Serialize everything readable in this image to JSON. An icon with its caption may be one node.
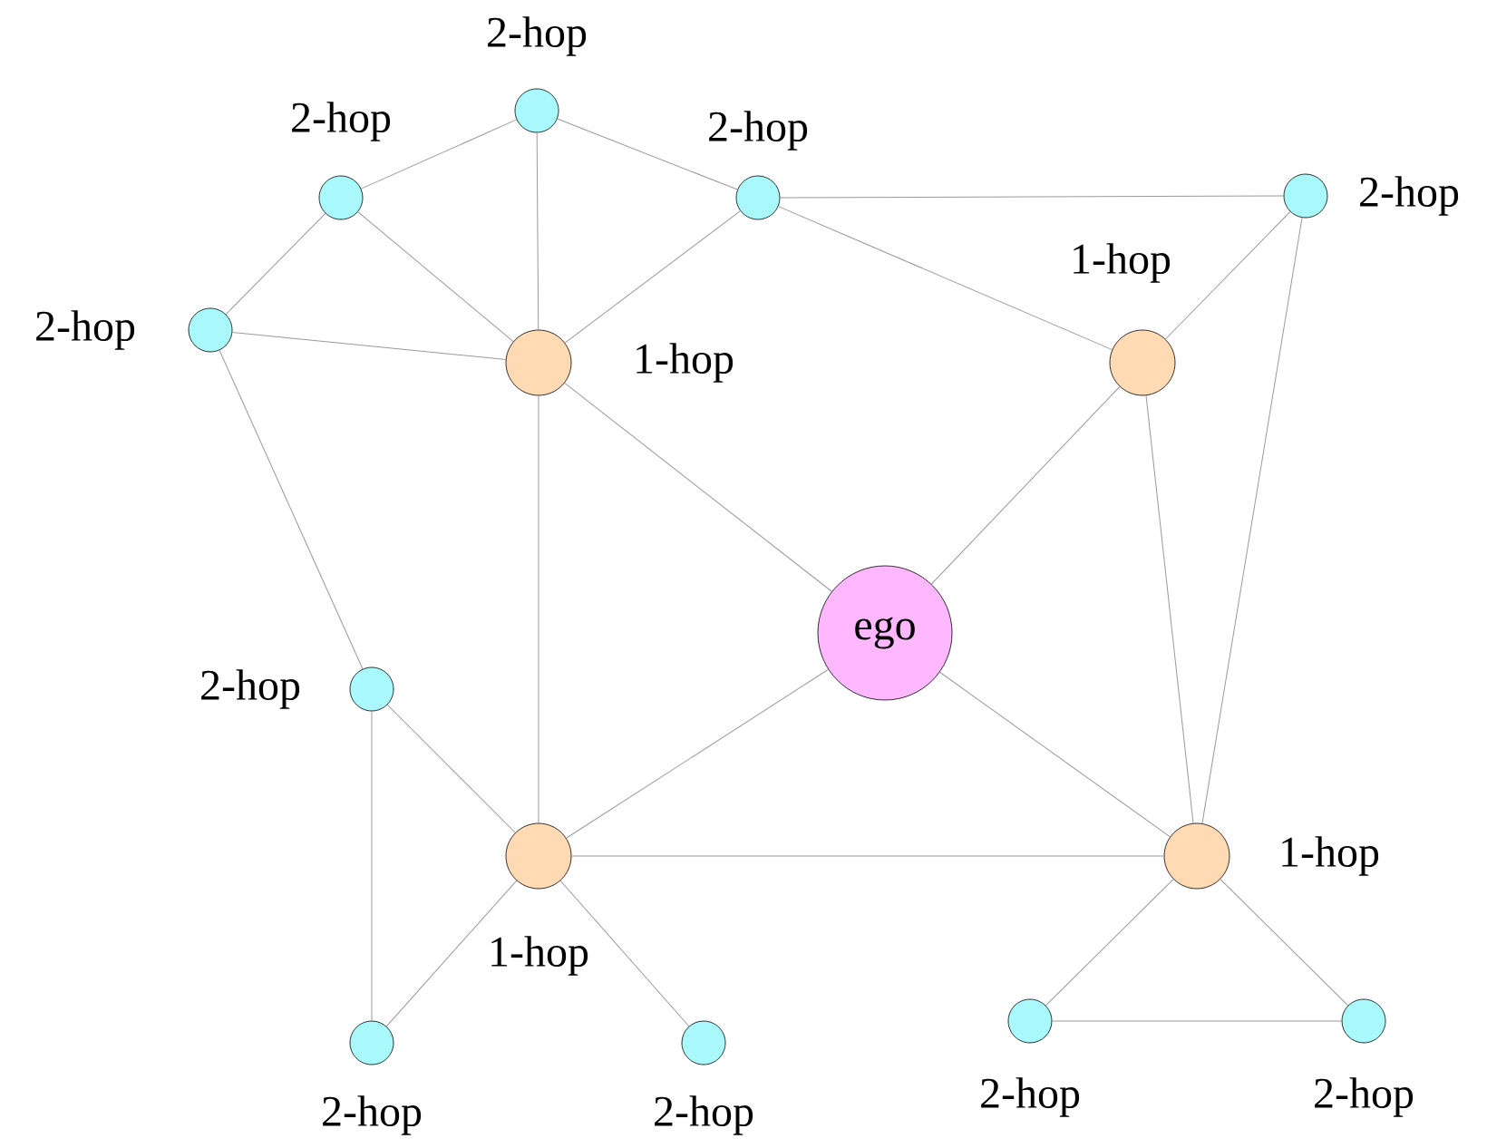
{
  "diagram": {
    "nodes": [
      {
        "text": [
          "ego"
        ]
      },
      {
        "text": [],
        "shape": "circle",
        "beside": [
          "1-hop"
        ]
      },
      {
        "text": [],
        "shape": "circle",
        "beside": [
          "1-hop"
        ]
      },
      {
        "text": [],
        "shape": "circle",
        "beside": [
          "1-hop"
        ]
      },
      {
        "text": [],
        "shape": "circle",
        "beside": [
          "1-hop"
        ]
      },
      {
        "text": [],
        "shape": "circle",
        "beside": [
          "2-hop"
        ]
      },
      {
        "text": [],
        "shape": "circle",
        "beside": [
          "2-hop"
        ]
      },
      {
        "text": [],
        "shape": "circle",
        "beside": [
          "2-hop"
        ]
      },
      {
        "text": [],
        "shape": "circle",
        "beside": [
          "2-hop"
        ]
      },
      {
        "text": [],
        "shape": "circle",
        "beside": [
          "2-hop"
        ]
      },
      {
        "text": [],
        "shape": "circle",
        "beside": [
          "2-hop"
        ]
      },
      {
        "text": [],
        "shape": "circle",
        "beside": [
          "2-hop"
        ]
      },
      {
        "text": [],
        "shape": "circle",
        "beside": [
          "2-hop"
        ]
      },
      {
        "text": [],
        "shape": "circle",
        "beside": [
          "2-hop"
        ]
      },
      {
        "text": [],
        "shape": "circle",
        "beside": [
          "2-hop"
        ]
      }
    ],
    "edges": [
      {
        "from": 0,
        "to": 1,
        "arrow": "none"
      },
      {
        "from": 0,
        "to": 2,
        "arrow": "none"
      },
      {
        "from": 0,
        "to": 3,
        "arrow": "none"
      },
      {
        "from": 0,
        "to": 4,
        "arrow": "none"
      },
      {
        "from": 6,
        "to": 5,
        "arrow": "none"
      },
      {
        "from": 5,
        "to": 7,
        "arrow": "none"
      },
      {
        "from": 5,
        "to": 1,
        "arrow": "none"
      },
      {
        "from": 6,
        "to": 9,
        "arrow": "none"
      },
      {
        "from": 9,
        "to": 1,
        "arrow": "none"
      },
      {
        "from": 6,
        "to": 1,
        "arrow": "none"
      },
      {
        "from": 7,
        "to": 1,
        "arrow": "none"
      },
      {
        "from": 7,
        "to": 8,
        "arrow": "none"
      },
      {
        "from": 7,
        "to": 2,
        "arrow": "none"
      },
      {
        "from": 2,
        "to": 8,
        "arrow": "none"
      },
      {
        "from": 8,
        "to": 4,
        "arrow": "none"
      },
      {
        "from": 2,
        "to": 4,
        "arrow": "none"
      },
      {
        "from": 9,
        "to": 10,
        "arrow": "none"
      },
      {
        "from": 10,
        "to": 3,
        "arrow": "none"
      },
      {
        "from": 10,
        "to": 11,
        "arrow": "none"
      },
      {
        "from": 1,
        "to": 3,
        "arrow": "none"
      },
      {
        "from": 3,
        "to": 4,
        "arrow": "none"
      },
      {
        "from": 3,
        "to": 11,
        "arrow": "none"
      },
      {
        "from": 3,
        "to": 12,
        "arrow": "none"
      },
      {
        "from": 4,
        "to": 13,
        "arrow": "none"
      },
      {
        "from": 4,
        "to": 14,
        "arrow": "none"
      },
      {
        "from": 13,
        "to": 14,
        "arrow": "none"
      }
    ]
  }
}
